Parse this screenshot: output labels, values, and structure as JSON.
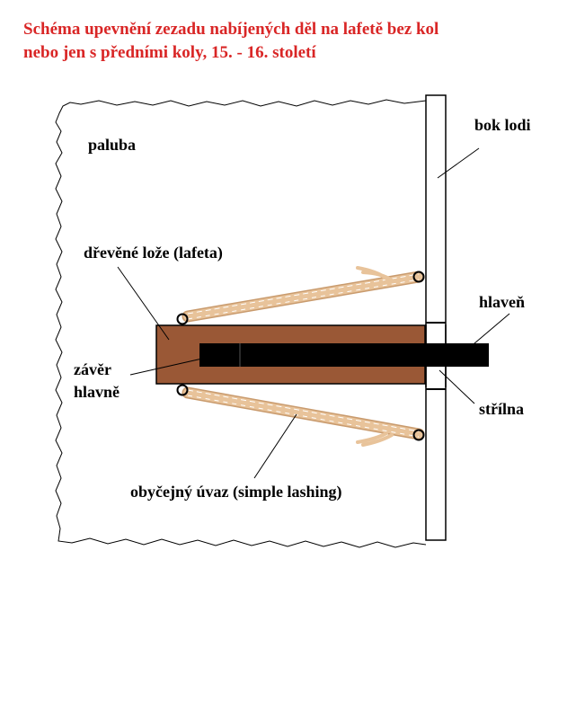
{
  "title": {
    "line1": "Schéma upevnění zezadu nabíjených děl na lafetě bez kol",
    "line2": "nebo jen s předními koly, 15. - 16. století"
  },
  "labels": {
    "deck": "paluba",
    "ship_side": "bok lodi",
    "carriage": "dřevěné lože (lafeta)",
    "barrel": "hlaveň",
    "breech_line1": "závěr",
    "breech_line2": "hlavně",
    "gunport": "střílna",
    "lashing": "obyčejný úvaz (simple lashing)"
  },
  "colors": {
    "title": "#d92626",
    "carriage": "#9a5836",
    "barrel": "#000000",
    "rope": "#e8c39a",
    "rope_shadow": "#c99b6e",
    "ship_side": "#ffffff",
    "outline": "#000000"
  }
}
